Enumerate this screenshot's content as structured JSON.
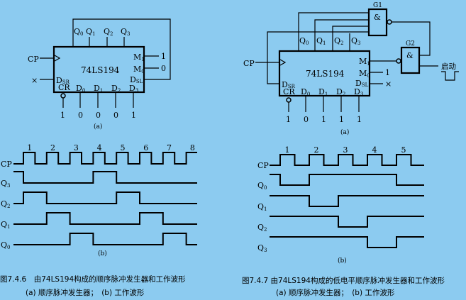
{
  "figure_left": {
    "circuit": {
      "chip_label": "74LS194",
      "outputs": [
        "Q0",
        "Q1",
        "Q2",
        "Q3"
      ],
      "clock_label": "CP",
      "dsr_label": "DSR",
      "dsr_input": "×",
      "cr_label": "CR",
      "data_inputs": [
        "D0",
        "D1",
        "D2",
        "D3"
      ],
      "m1_label": "M1",
      "m0_label": "M0",
      "dsl_label": "DSL",
      "m1_value": "1",
      "m0_value": "0",
      "input_values": [
        "1",
        "0",
        "0",
        "0",
        "1"
      ],
      "sublabel": "(a)"
    },
    "timing": {
      "clock_numbers": [
        "1",
        "2",
        "3",
        "4",
        "5",
        "6",
        "7",
        "8"
      ],
      "signals": [
        {
          "name": "CP"
        },
        {
          "name": "Q3",
          "initial": 1,
          "transitions": [
            1,
            4,
            5
          ]
        },
        {
          "name": "Q2",
          "initial": 0,
          "transitions": [
            1,
            2,
            5,
            6
          ]
        },
        {
          "name": "Q1",
          "initial": 0,
          "transitions": [
            2,
            3,
            6,
            7
          ]
        },
        {
          "name": "Q0",
          "initial": 0,
          "transitions": [
            3,
            4,
            7,
            8
          ]
        }
      ],
      "sublabel": "(b)"
    },
    "caption_line1": "图7.4.6　由74LS194构成的顺序脉冲发生器和工作波形",
    "caption_line2": "(a) 顺序脉冲发生器；　(b) 工作波形"
  },
  "figure_right": {
    "circuit": {
      "chip_label": "74LS194",
      "outputs": [
        "Q0",
        "Q1",
        "Q2",
        "Q3"
      ],
      "clock_label": "CP",
      "dsr_label": "DSR",
      "cr_label": "CR",
      "data_inputs": [
        "D0",
        "D1",
        "D2",
        "D3"
      ],
      "m1_label": "M1",
      "m0_label": "M0",
      "dsl_label": "DSL",
      "m0_value": "1",
      "dsl_value": "×",
      "input_values": [
        "1",
        "0",
        "1",
        "1",
        "1"
      ],
      "gate1_label": "G1",
      "gate2_label": "G2",
      "gate_symbol": "&",
      "start_label": "启动",
      "sublabel": "(a)"
    },
    "timing": {
      "clock_numbers": [
        "1",
        "2",
        "3",
        "4",
        "5"
      ],
      "signals": [
        {
          "name": "CP"
        },
        {
          "name": "Q0",
          "initial": 1,
          "transitions": [
            1,
            2,
            5
          ]
        },
        {
          "name": "Q1",
          "initial": 1,
          "transitions": [
            2,
            3
          ]
        },
        {
          "name": "Q2",
          "initial": 1,
          "transitions": [
            3,
            4
          ]
        },
        {
          "name": "Q3",
          "initial": 1,
          "transitions": [
            4,
            5
          ]
        }
      ],
      "sublabel": "(b)"
    },
    "caption_line1": "图7.4.7 由74LS194构成的低电平顺序脉冲发生器和工作波形",
    "caption_line2": "(a) 顺序脉冲发生器；　(b) 工作波形"
  }
}
